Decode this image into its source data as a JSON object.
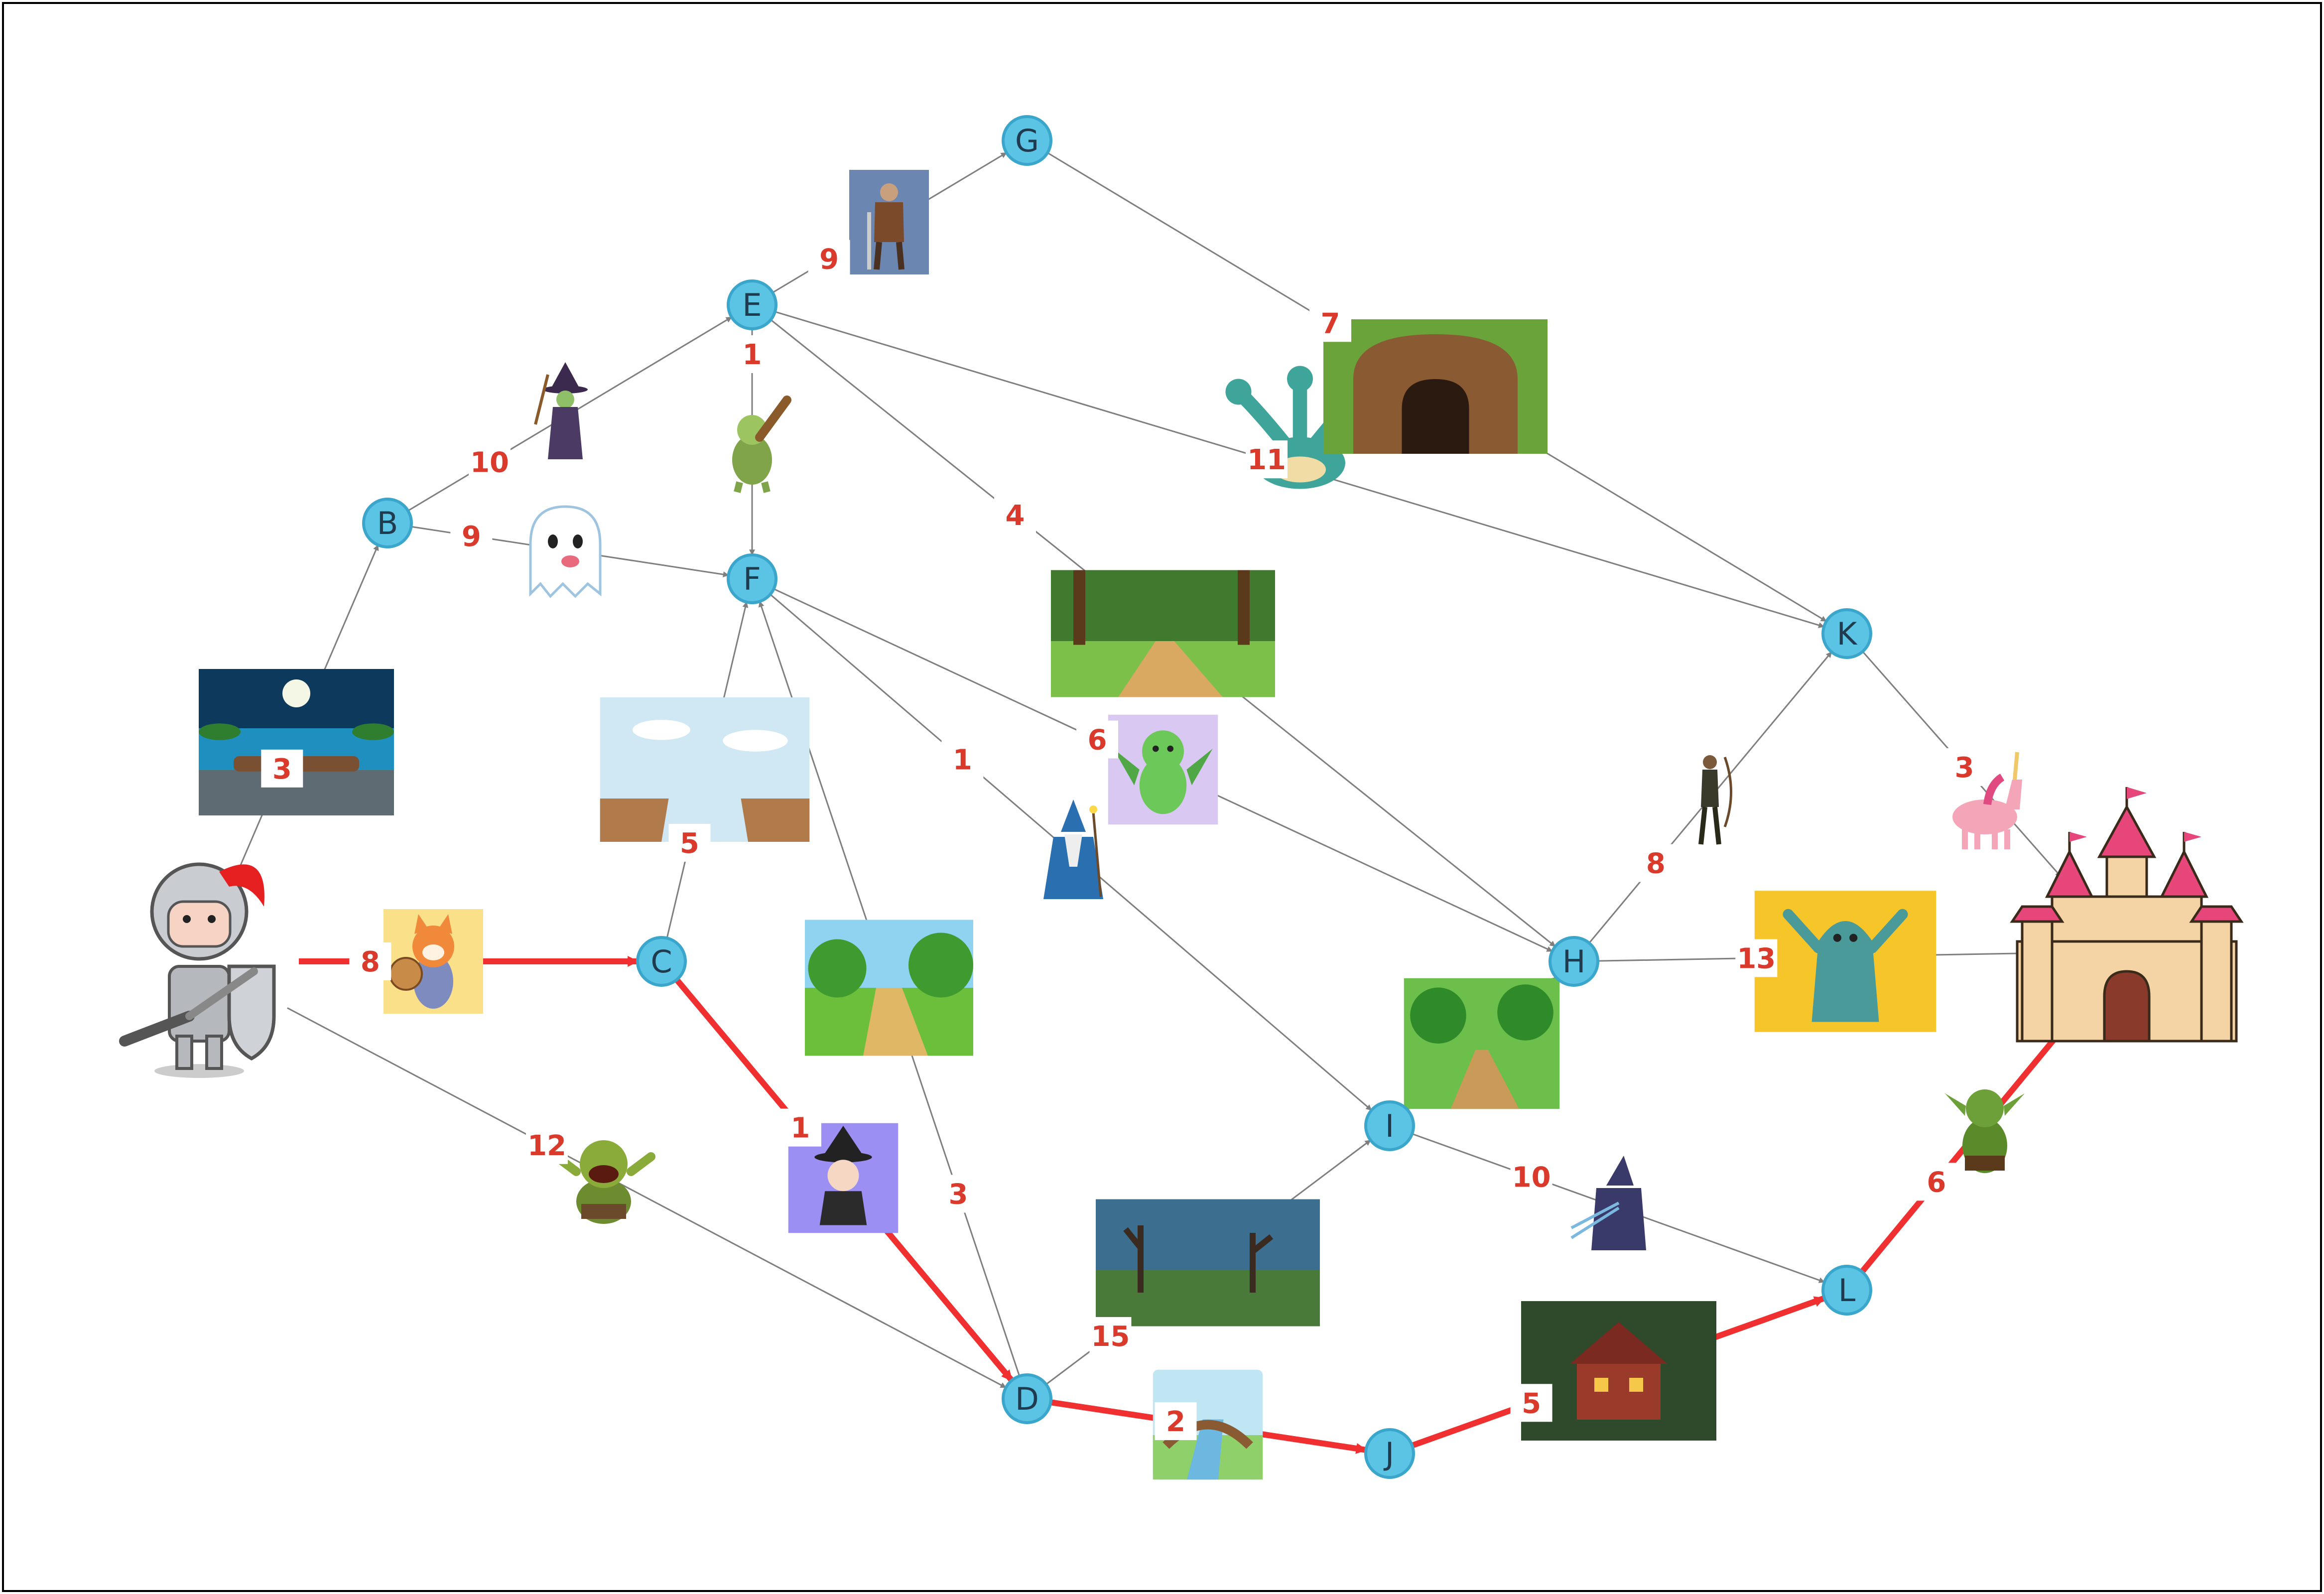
{
  "graph": {
    "nodes": [
      {
        "id": "A",
        "label": "",
        "kind": "knight-icon"
      },
      {
        "id": "B",
        "label": "B"
      },
      {
        "id": "C",
        "label": "C"
      },
      {
        "id": "D",
        "label": "D"
      },
      {
        "id": "E",
        "label": "E"
      },
      {
        "id": "F",
        "label": "F"
      },
      {
        "id": "G",
        "label": "G"
      },
      {
        "id": "H",
        "label": "H"
      },
      {
        "id": "I",
        "label": "I"
      },
      {
        "id": "J",
        "label": "J"
      },
      {
        "id": "K",
        "label": "K"
      },
      {
        "id": "L",
        "label": "L"
      },
      {
        "id": "Z",
        "label": "",
        "kind": "castle-icon"
      }
    ],
    "edges": [
      {
        "from": "A",
        "to": "B",
        "weight": "3",
        "on_path": false,
        "icon": "moonlit-pond-icon"
      },
      {
        "from": "A",
        "to": "C",
        "weight": "8",
        "on_path": true,
        "icon": "fox-warrior-icon"
      },
      {
        "from": "A",
        "to": "D",
        "weight": "12",
        "on_path": false,
        "icon": "ogre-icon"
      },
      {
        "from": "B",
        "to": "E",
        "weight": "10",
        "on_path": false,
        "icon": "witch-icon"
      },
      {
        "from": "B",
        "to": "F",
        "weight": "9",
        "on_path": false,
        "icon": "ghost-icon"
      },
      {
        "from": "C",
        "to": "F",
        "weight": "5",
        "on_path": false,
        "icon": "cliff-icon"
      },
      {
        "from": "C",
        "to": "D",
        "weight": "1",
        "on_path": true,
        "icon": "little-wizard-icon"
      },
      {
        "from": "D",
        "to": "F",
        "weight": "3",
        "on_path": false,
        "icon": "forest-path-icon"
      },
      {
        "from": "E",
        "to": "G",
        "weight": "9",
        "on_path": false,
        "icon": "swordsman-icon"
      },
      {
        "from": "E",
        "to": "F",
        "weight": "1",
        "on_path": false,
        "icon": "troll-club-icon"
      },
      {
        "from": "E",
        "to": "K",
        "weight": "11",
        "on_path": false,
        "icon": "hydra-icon"
      },
      {
        "from": "E",
        "to": "H",
        "weight": "4",
        "on_path": false,
        "icon": "woodland-path-icon"
      },
      {
        "from": "G",
        "to": "K",
        "weight": "7",
        "on_path": false,
        "icon": "cave-icon"
      },
      {
        "from": "F",
        "to": "H",
        "weight": "6",
        "on_path": false,
        "icon": "green-dragon-icon"
      },
      {
        "from": "F",
        "to": "I",
        "weight": "1",
        "on_path": false,
        "icon": "old-wizard-icon"
      },
      {
        "from": "D",
        "to": "I",
        "weight": "15",
        "on_path": false,
        "icon": "swamp-icon"
      },
      {
        "from": "D",
        "to": "J",
        "weight": "2",
        "on_path": true,
        "icon": "bridge-icon"
      },
      {
        "from": "I",
        "to": "H",
        "weight": "",
        "on_path": false,
        "icon": "forest-trail-icon"
      },
      {
        "from": "H",
        "to": "K",
        "weight": "8",
        "on_path": false,
        "icon": "archer-icon"
      },
      {
        "from": "H",
        "to": "Z",
        "weight": "13",
        "on_path": false,
        "icon": "wraith-icon"
      },
      {
        "from": "I",
        "to": "L",
        "weight": "10",
        "on_path": false,
        "icon": "dark-mage-icon"
      },
      {
        "from": "J",
        "to": "L",
        "weight": "5",
        "on_path": true,
        "icon": "haunted-house-icon"
      },
      {
        "from": "K",
        "to": "Z",
        "weight": "3",
        "on_path": false,
        "icon": "unicorn-icon"
      },
      {
        "from": "L",
        "to": "Z",
        "weight": "6",
        "on_path": true,
        "icon": "goblin-icon"
      }
    ]
  },
  "colors": {
    "node_fill": "#5bc3e3",
    "edge_default": "#7f7f7f",
    "edge_path": "#f03030",
    "weight_text": "#d93a2c"
  }
}
